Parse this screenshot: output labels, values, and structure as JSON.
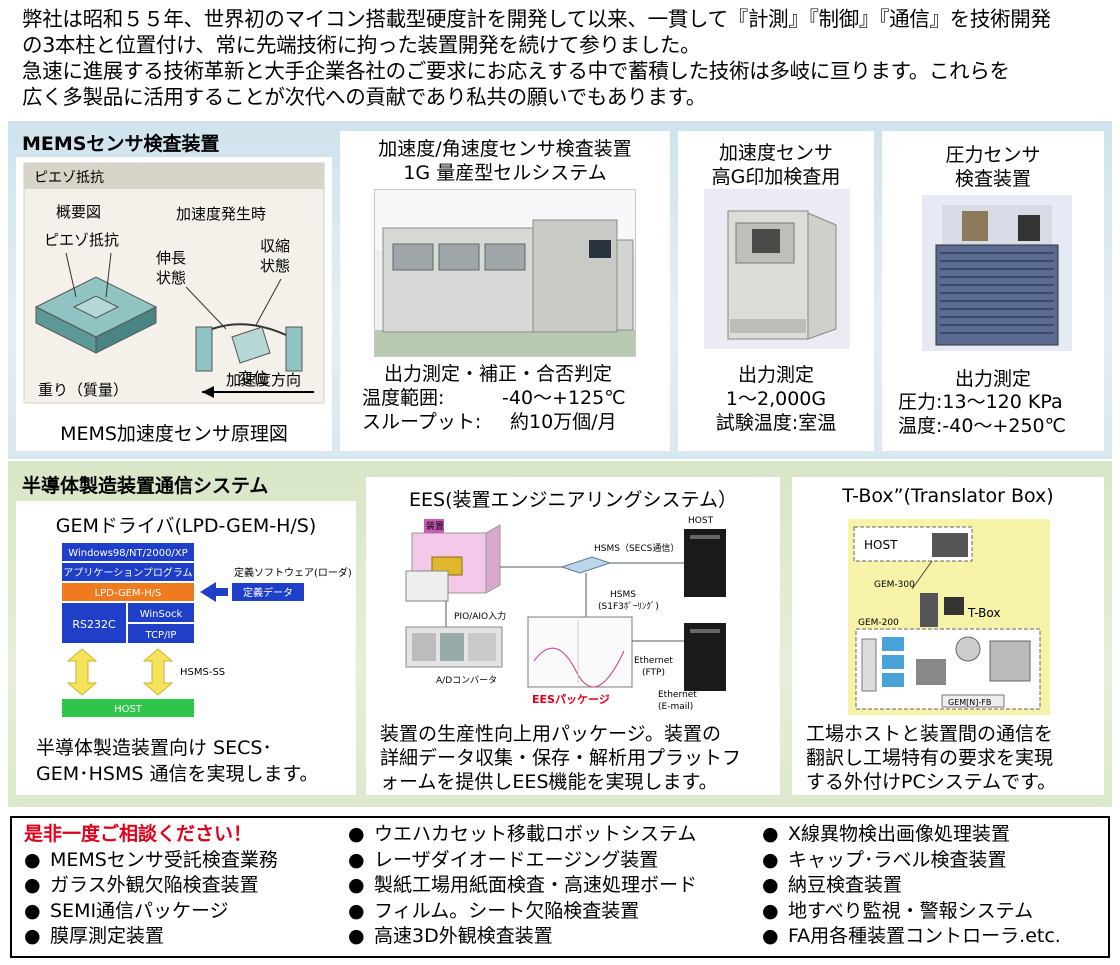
{
  "intro": {
    "line1": "弊社は昭和５５年、世界初のマイコン搭載型硬度計を開発して以来、一貫して『計測』『制御』『通信』を技術開発",
    "line2": "の3本柱と位置付け、常に先端技術に拘った装置開発を続けて参りました。",
    "line3": "急速に進展する技術革新と大手企業各社のご要求にお応えする中で蓄積した技術は多岐に亘ります。これらを",
    "line4": "広く多製品に活用することが次代への貢献であり私共の願いでもあります。"
  },
  "mems": {
    "section_title": "MEMSセンサ検査装置",
    "diagram": {
      "header": "ピエゾ抵抗",
      "overview": "概要図",
      "accel_time": "加速度発生時",
      "piezo": "ピエゾ抵抗",
      "stretch": "伸長",
      "stretch2": "状態",
      "shrink": "収縮",
      "shrink2": "状態",
      "displacement": "変位",
      "weight": "重り（質量）",
      "direction": "加速度方向"
    },
    "diagram_caption": "MEMS加速度センサ原理図",
    "p2": {
      "title1": "加速度/角速度センサ検査装置",
      "title2": "1G 量産型セルシステム",
      "desc1": "出力測定・補正・合否判定",
      "temp_label": "温度範囲:",
      "temp_value": "-40～+125℃",
      "tp_label": "スループット:",
      "tp_value": "約10万個/月"
    },
    "p3": {
      "title1": "加速度センサ",
      "title2": "高G印加検査用",
      "desc1": "出力測定",
      "desc2": "1～2,000G",
      "desc3": "試験温度:室温"
    },
    "p4": {
      "title1": "圧力センサ",
      "title2": "検査装置",
      "desc1": "出力測定",
      "desc2": "圧力:13～120 KPa",
      "desc3": "温度:-40～+250℃"
    }
  },
  "semi": {
    "section_title": "半導体製造装置通信システム",
    "gem": {
      "title": "GEMドライバ(LPD-GEM-H/S)",
      "windows": "Windows98/NT/2000/XP",
      "app": "アプリケーションプログラム",
      "lpd": "LPD-GEM-H/S",
      "rs232c": "RS232C",
      "winsock": "WinSock",
      "tcpip": "TCP/IP",
      "host": "HOST",
      "hsms_ss": "HSMS-SS",
      "def_soft": "定義ソフトウェア(ローダ)",
      "def_data": "定義データ",
      "desc1": "半導体製造装置向け SECS･",
      "desc2": "GEM･HSMS 通信を実現します。"
    },
    "ees": {
      "title": "EES(装置エンジニアリングシステム）",
      "equipment": "装置",
      "host": "HOST",
      "hsms_secs": "HSMS（SECS通信）",
      "hsms": "HSMS",
      "s1f3": "(S1F3ﾎﾟｰﾘﾝｸﾞ)",
      "pio": "PIO/AIO入力",
      "ad": "A/Dコンバータ",
      "eth_ftp1": "Ethernet",
      "eth_ftp2": "(FTP)",
      "eth_mail1": "Ethernet",
      "eth_mail2": "(E-mail)",
      "package": "EESパッケージ",
      "desc1": "装置の生産性向上用パッケージ。装置の",
      "desc2": "詳細データ収集・保存・解析用プラットフ",
      "desc3": "ォームを提供しEES機能を実現します。"
    },
    "tbox": {
      "title": "T-Box”(Translator Box)",
      "host": "HOST",
      "gem300": "GEM-300",
      "gem200": "GEM-200",
      "tbox_label": "T-Box",
      "gemfb": "GEM[N]-FB",
      "desc1": "工場ホストと装置間の通信を",
      "desc2": "翻訳し工場特有の要求を実現",
      "desc3": "する外付けPCシステムです。"
    }
  },
  "contact": {
    "headline": "是非一度ご相談ください！",
    "col1": [
      "MEMSセンサ受託検査業務",
      "ガラス外観欠陥検査装置",
      "SEMI通信パッケージ",
      "膜厚測定装置"
    ],
    "col2": [
      "ウエハカセット移載ロボットシステム",
      "レーザダイオードエージング装置",
      "製紙工場用紙面検査・高速処理ボード",
      "フィルム。シート欠陥検査装置",
      "高速3D外観検査装置"
    ],
    "col3": [
      "X線異物検出画像処理装置",
      "キャップ･ラベル検査装置",
      "納豆検査装置",
      "地すべり監視・警報システム",
      "FA用各種装置コントローラ.etc."
    ],
    "bullet": "●"
  },
  "colors": {
    "red": "#e0001b",
    "blue_box": "#1f3fc9",
    "orange_box": "#f07a1e",
    "green_box": "#2fc44a"
  }
}
